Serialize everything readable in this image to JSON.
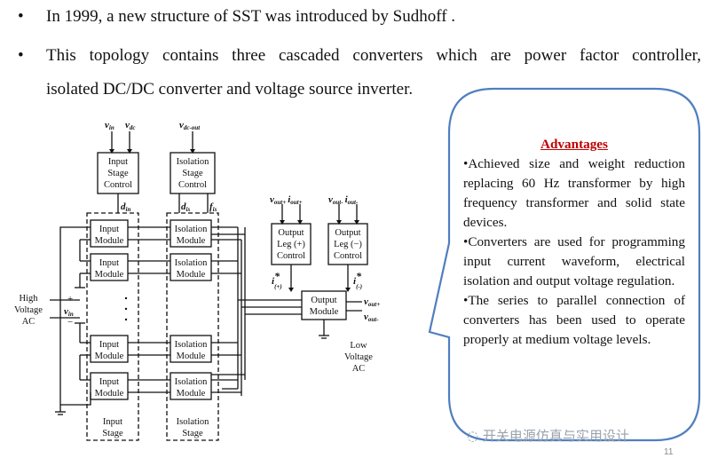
{
  "slide": {
    "bullet_symbol": "•",
    "bullets": [
      "In 1999, a new structure of SST was introduced by Sudhoff .",
      "This topology contains three cascaded converters which are power factor controller,",
      "isolated DC/DC converter and voltage source inverter."
    ]
  },
  "diagram": {
    "top_inputs": [
      "v",
      "v"
    ],
    "top_input_subs": [
      "in",
      "dc"
    ],
    "iso_input": "v",
    "iso_input_sub": "dc-out",
    "input_stage_control": [
      "Input",
      "Stage",
      "Control"
    ],
    "isolation_stage_control": [
      "Isolation",
      "Stage",
      "Control"
    ],
    "d_in": "d",
    "d_in_sub": "in",
    "d_is": "d",
    "d_is_sub": "is",
    "f_is": "f",
    "f_is_sub": "is",
    "input_module": [
      "Input",
      "Module"
    ],
    "isolation_module": [
      "Isolation",
      "Module"
    ],
    "left_label": [
      "High",
      "Voltage",
      "AC"
    ],
    "plus": "+",
    "minus": "−",
    "v_in": "v",
    "v_in_sub": "in",
    "output_leg_pos": [
      "Output",
      "Leg (+)",
      "Control"
    ],
    "output_leg_neg": [
      "Output",
      "Leg (−)",
      "Control"
    ],
    "leg_pos_inputs": "v",
    "leg_pos_inputs_sub": "out+",
    "leg_pos_inputs_i": "i",
    "leg_pos_inputs_isub": "out+",
    "leg_neg_inputs": "v",
    "leg_neg_inputs_sub": "out-",
    "leg_neg_inputs_i": "i",
    "leg_neg_inputs_isub": "out-",
    "i_pos": "i",
    "i_pos_sub": "(+)",
    "i_neg": "i",
    "i_neg_sub": "(-)",
    "star": "*",
    "output_module": [
      "Output",
      "Module"
    ],
    "v_out_pos": "v",
    "v_out_pos_sub": "out+",
    "v_out_neg": "v",
    "v_out_neg_sub": "out-",
    "low_voltage": [
      "Low",
      "Voltage",
      "AC"
    ],
    "input_stage_label": [
      "Input",
      "Stage"
    ],
    "isolation_stage_label": [
      "Isolation",
      "Stage"
    ]
  },
  "callout": {
    "title": "Advantages",
    "items": [
      "•Achieved size and weight reduction replacing 60 Hz transformer by high frequency transformer and solid state devices.",
      "•Converters are used for programming input current waveform, electrical isolation and output voltage regulation.",
      "•The series to parallel connection of converters has been used to operate properly at medium voltage levels."
    ],
    "border_color": "#4f7fbf"
  },
  "footer": {
    "watermark": "开关电源仿真与实用设计",
    "page_number": "11"
  }
}
